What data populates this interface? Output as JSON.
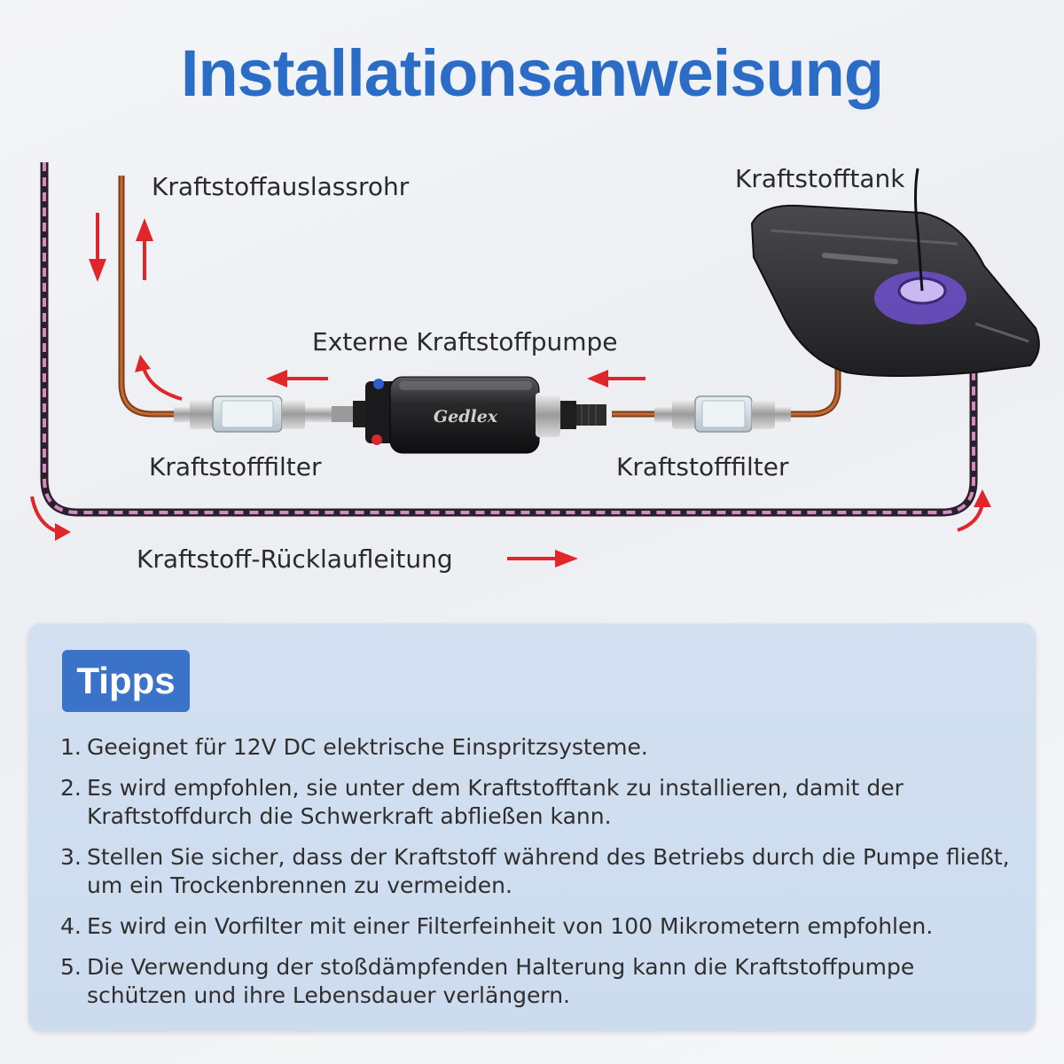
{
  "title": "Installationsanweisung",
  "labels": {
    "outlet_pipe": "Kraftstoffauslassrohr",
    "fuel_tank": "Kraftstofftank",
    "external_pump": "Externe Kraftstoffpumpe",
    "filter_left": "Kraftstofffilter",
    "filter_right": "Kraftstofffilter",
    "return_line": "Kraftstoff-Rücklaufleitung",
    "pump_brand": "Gedlex"
  },
  "colors": {
    "title": "#2b6dc6",
    "arrow": "#e0262a",
    "fuel_line": "#b5612c",
    "return_line_dash": "#d48ac2",
    "tips_bg": "#d2e0f1",
    "tips_badge": "#3b73c8"
  },
  "tips": {
    "heading": "Tipps",
    "items": [
      {
        "num": "1.",
        "text": "Geeignet für 12V DC elektrische Einspritzsysteme."
      },
      {
        "num": "2.",
        "text": "Es wird empfohlen, sie unter dem Kraftstofftank zu installieren, damit der Kraftstoffdurch die Schwerkraft abfließen kann."
      },
      {
        "num": "3.",
        "text": "Stellen Sie sicher, dass der Kraftstoff während des Betriebs durch die Pumpe fließt, um ein Trockenbrennen zu vermeiden."
      },
      {
        "num": "4.",
        "text": "Es wird ein Vorfilter mit einer Filterfeinheit von 100 Mikrometern empfohlen."
      },
      {
        "num": "5.",
        "text": "Die Verwendung der stoßdämpfenden Halterung kann die Kraftstoffpumpe schützen und ihre Lebensdauer verlängern."
      }
    ]
  }
}
